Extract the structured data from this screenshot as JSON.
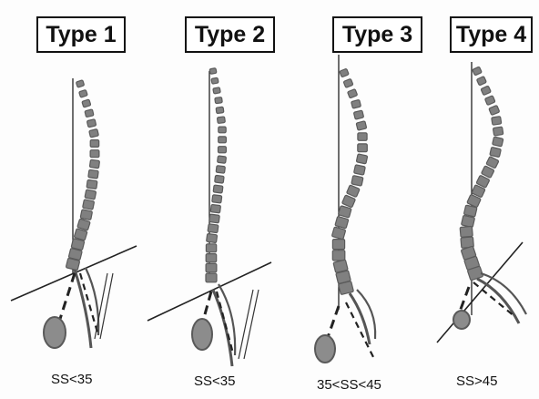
{
  "panels": [
    {
      "title": "Type 1",
      "sacral_slope_label": "SS<35"
    },
    {
      "title": "Type 2",
      "sacral_slope_label": "SS<35"
    },
    {
      "title": "Type 3",
      "sacral_slope_label": "35<SS<45"
    },
    {
      "title": "Type 4",
      "sacral_slope_label": "SS>45"
    }
  ],
  "colors": {
    "vertebra_fill": "#808080",
    "vertebra_stroke": "#5a5a5a",
    "femoral_head_fill": "#8c8c8c",
    "line": "#222222",
    "border": "#111111"
  }
}
